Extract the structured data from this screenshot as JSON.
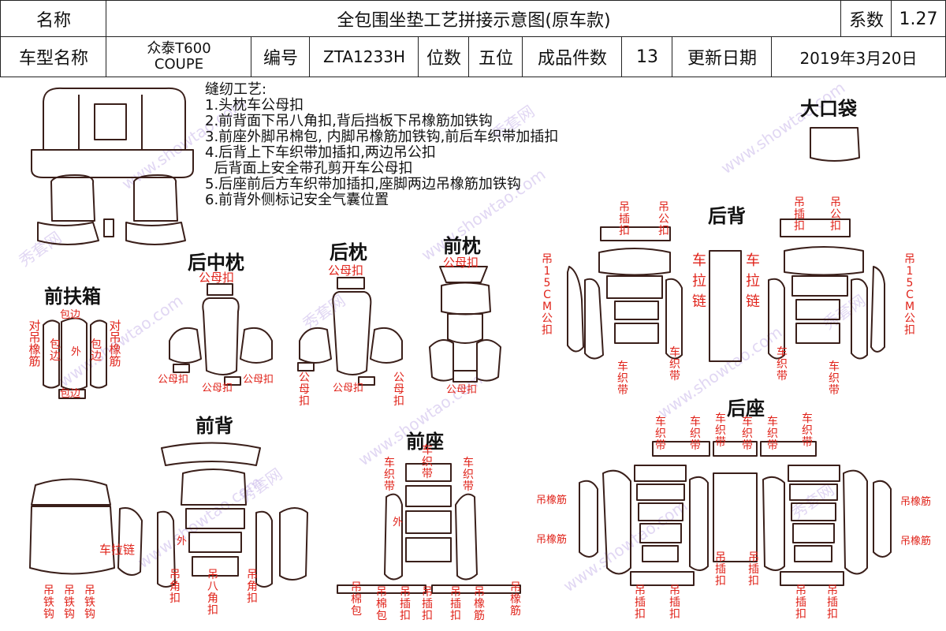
{
  "header": {
    "name_label": "名称",
    "title": "全包围坐垫工艺拼接示意图(原车款)",
    "coef_label": "系数",
    "coef_value": "1.27",
    "model_label": "车型名称",
    "model_value_line1": "众泰T600",
    "model_value_line2": "COUPE",
    "code_label": "编号",
    "code_value": "ZTA1233H",
    "seats_label": "位数",
    "seats_value": "五位",
    "pieces_label": "成品件数",
    "pieces_value": "13",
    "update_label": "更新日期",
    "update_value": "2019年3月20日"
  },
  "notes": {
    "heading": "缝纫工艺:",
    "lines": [
      "1.头枕车公母扣",
      "2.前背面下吊八角扣,背后挡板下吊橡筋加铁钩",
      "3.前座外脚吊棉包, 内脚吊橡筋加铁钩,前后车织带加插扣",
      "4.后背上下车织带加插扣,两边吊公扣",
      "  后背面上安全带孔剪开车公母扣",
      "5.后座前后方车织带加插扣,座脚两边吊橡筋加铁钩",
      "6.前背外侧标记安全气囊位置"
    ]
  },
  "sections": {
    "big_pocket": "大口袋",
    "rear_back": "后背",
    "rear_mid_pillow": "后中枕",
    "rear_pillow": "后枕",
    "front_pillow": "前枕",
    "front_armrest": "前扶箱",
    "front_back": "前背",
    "front_seat": "前座",
    "rear_seat": "后座"
  },
  "labels": {
    "male_female_buckle": "公母扣",
    "hang_buckle": "吊插扣",
    "hang_male_buckle": "吊公扣",
    "car_pull_chain": "车拉链",
    "car_zipper": "车拉链",
    "webbing": "车织带",
    "hang_15cm": "吊15CM公扣",
    "edging": "包边",
    "outer": "外",
    "hang_elastic_pair": "对吊橡筋",
    "hang_elastic": "吊橡筋",
    "hang_iron_hook": "吊铁钩",
    "hang_octagon": "吊八角扣",
    "hang_corner": "吊角扣",
    "hang_cotton": "吊棉包"
  },
  "watermark": [
    "秀套网",
    "www.showtao.com"
  ],
  "colors": {
    "annotation": "#e0231a",
    "line": "#3a1f1a",
    "watermark": "#c9b7ea"
  }
}
